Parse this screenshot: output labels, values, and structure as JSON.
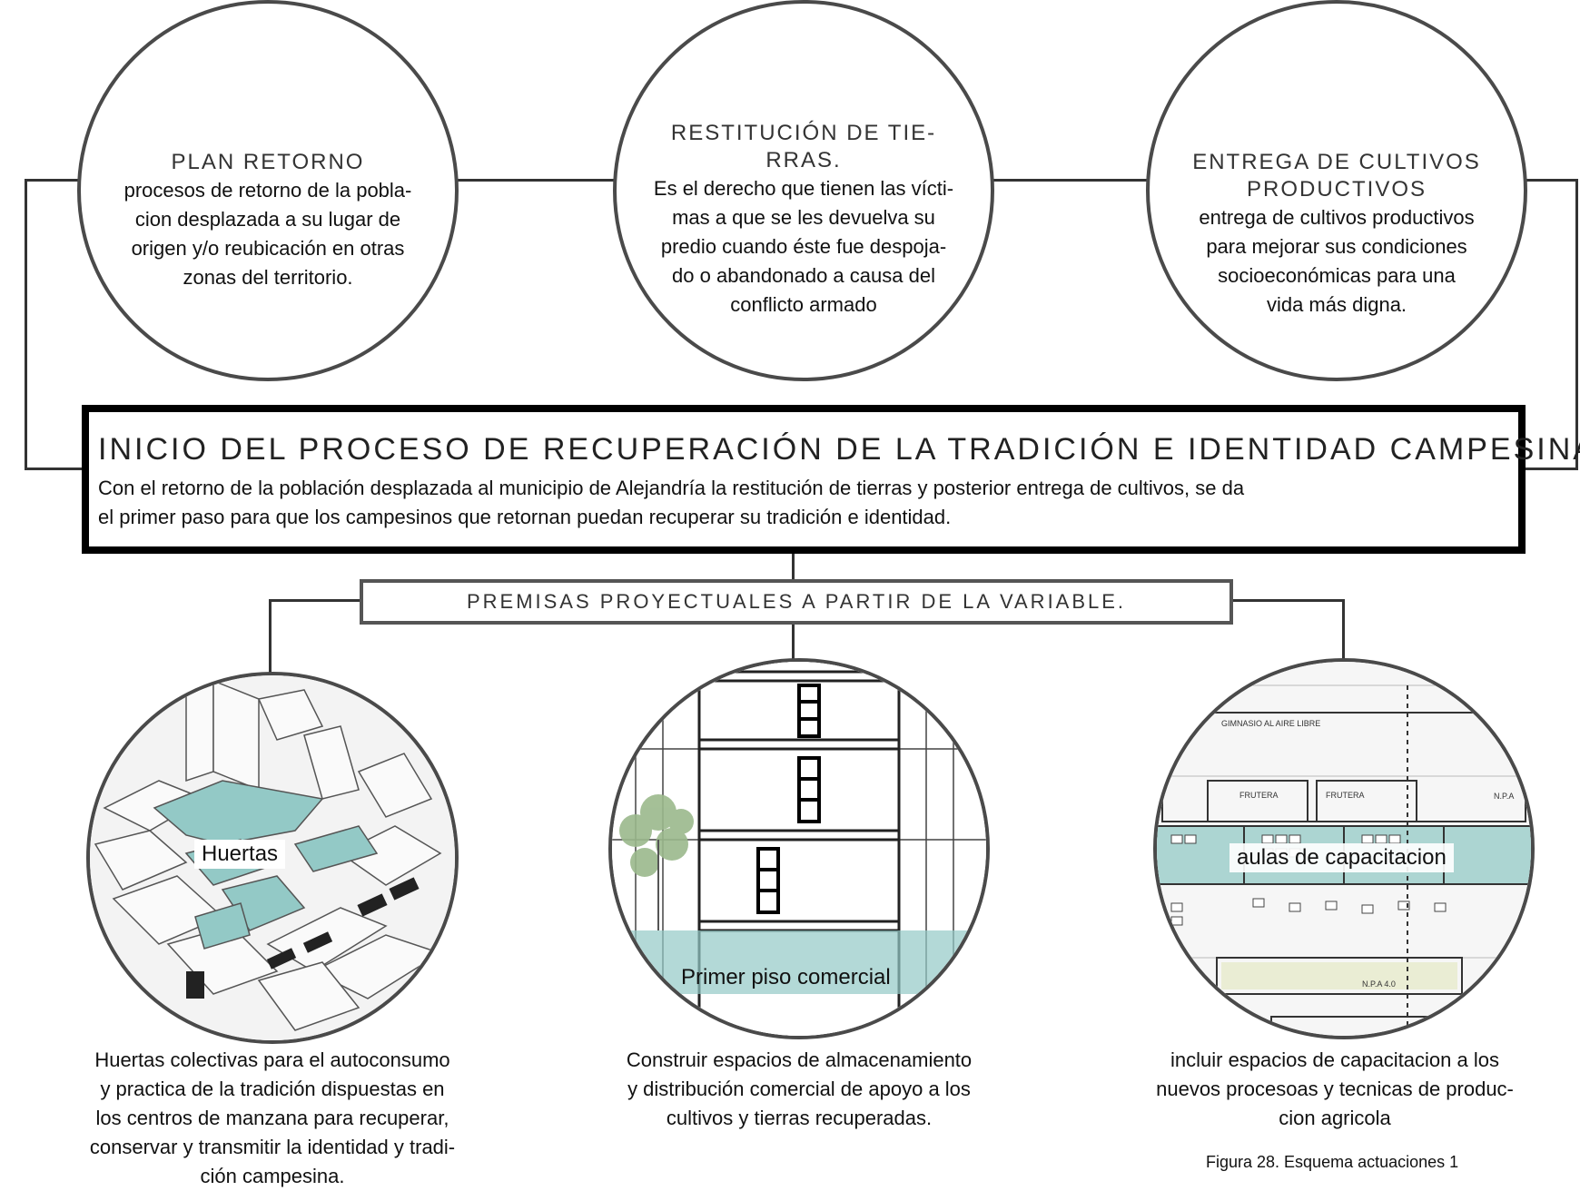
{
  "circles_top": [
    {
      "title_lines": [
        "PLAN RETORNO"
      ],
      "body_lines": [
        "procesos de retorno de la pobla-",
        "cion desplazada a su lugar de",
        "origen y/o reubicación en otras",
        "zonas del territorio."
      ]
    },
    {
      "title_lines": [
        "RESTITUCIÓN DE TIE-",
        "RRAS."
      ],
      "body_lines": [
        "Es el derecho que tienen las vícti-",
        "mas a que se les devuelva su",
        "predio cuando éste fue despoja-",
        "do o abandonado a causa del",
        "conflicto armado"
      ]
    },
    {
      "title_lines": [
        "ENTREGA DE CULTIVOS",
        "PRODUCTIVOS"
      ],
      "body_lines": [
        "entrega de cultivos productivos",
        "para  mejorar sus condiciones",
        "socioeconómicas para una",
        "vida más digna."
      ]
    }
  ],
  "main": {
    "title": "INICIO DEL PROCESO DE RECUPERACIÓN DE LA TRADICIÓN E IDENTIDAD CAMPESINA.",
    "body_lines": [
      "Con el retorno de la población desplazada al municipio de Alejandría la restitución de tierras y posterior entrega de cultivos, se da",
      "el primer paso para que los campesinos que retornan puedan recuperar su tradición e identidad."
    ]
  },
  "premise_title": "PREMISAS PROYECTUALES A PARTIR DE LA VARIABLE.",
  "circles_bottom": [
    {
      "tag": "Huertas",
      "caption_lines": [
        "Huertas colectivas para el autoconsumo",
        "y practica de la tradición dispuestas en",
        "los  centros de manzana para recuperar,",
        "conservar y transmitir la identidad y tradi-",
        "ción campesina."
      ]
    },
    {
      "tag": "Primer piso comercial",
      "caption_lines": [
        "Construir espacios de almacenamiento",
        "y distribución comercial de apoyo a los",
        "cultivos y tierras recuperadas."
      ]
    },
    {
      "tag": "aulas de capacitacion",
      "caption_lines": [
        "incluir espacios de capacitacion a los",
        "nuevos procesoas y tecnicas de produc-",
        "cion agricola"
      ],
      "plan_labels": {
        "gym": "GIMNASIO AL AIRE LIBRE",
        "fruit1": "FRUTERA",
        "fruit2": "FRUTERA",
        "npa1": "N.P.A",
        "npa2": "N.P.A  4.0"
      }
    }
  ],
  "figure_caption": "Figura 28. Esquema actuaciones 1",
  "colors": {
    "accent": "#93c9c6",
    "line": "#333333",
    "circle_border": "#4a4a4a"
  }
}
